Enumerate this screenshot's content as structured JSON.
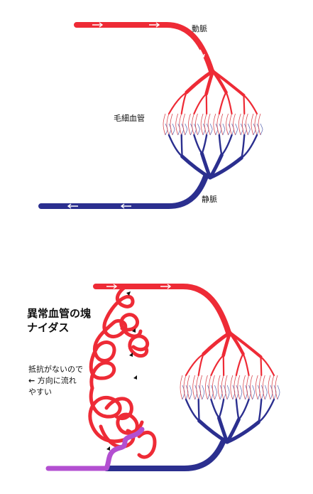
{
  "colors": {
    "artery": "#ee2b36",
    "vein": "#2b2f8f",
    "capillary_red": "#d94a52",
    "capillary_blue": "#6a74b8",
    "shunt": "#b34fd1",
    "flow_arrow": "#ffffff",
    "text": "#111111"
  },
  "diagram_top": {
    "label_artery": "動脈",
    "label_capillary": "毛細血管",
    "label_vein": "静脈"
  },
  "diagram_bottom": {
    "title_line1": "異常血管の塊",
    "title_line2": "ナイダス",
    "note_line1": "抵抗がないので",
    "note_arrow": "←",
    "note_line2": "方向に流れ",
    "note_line3": "やすい"
  }
}
